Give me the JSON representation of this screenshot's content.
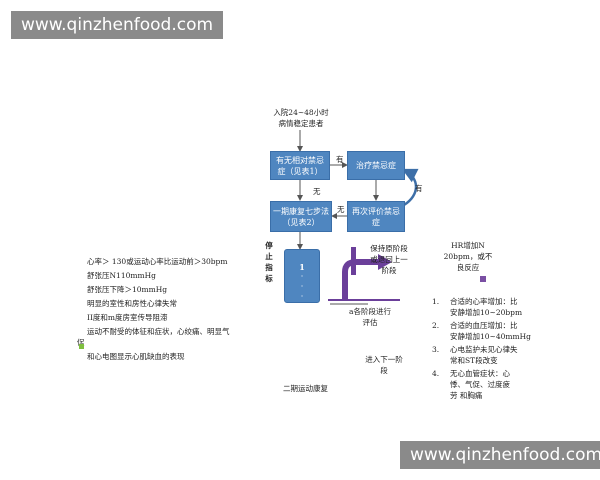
{
  "watermarks": {
    "top": "www.qinzhenfood.com",
    "bottom": "www.qinzhenfood.com"
  },
  "flow": {
    "start": [
      "入院24~48小时",
      "病情稳定患者"
    ],
    "box_no_contra": "有无相对禁忌症（见表1）",
    "box_treat": "治疗禁忌症",
    "box_step7": "一期康复七步法（见表2）",
    "box_reassess": "再次评价禁忌症",
    "label_you1": "有",
    "label_you2": "有",
    "label_wu1": "无",
    "label_wu2": "无",
    "stop_label": [
      "停",
      "止",
      "指",
      "标"
    ],
    "tall_box_top": "1",
    "tall_box_dots": [
      "·",
      "·",
      "·"
    ],
    "keep_stage": [
      "保持原阶段",
      "或退回上一",
      "阶段"
    ],
    "each_stage": [
      "a各阶段进行",
      "评估"
    ],
    "next_stage": [
      "进入下一阶",
      "段"
    ],
    "stage2_title": "二期运动康复"
  },
  "left_criteria": {
    "lines": [
      "心率＞ 130或运动心率比运动前＞30bpm",
      "舒张压N110mmHg",
      "舒张压下降＞10mmHg",
      "明显的室性和房性心律失常",
      "II度和m度房室传导阻滞",
      "运动不耐受的体征和症状，心绞痛、明显气",
      "促",
      "和心电图显示心肌缺血的表现"
    ]
  },
  "right_criteria": {
    "heading": [
      "HR增加N",
      "20bpm，或不",
      "良反应"
    ],
    "items": [
      {
        "num": "1.",
        "lines": [
          "合适的心率增加：比",
          "安静增加10~20bpm"
        ]
      },
      {
        "num": "2.",
        "lines": [
          "合适的血压增加：比",
          "安静增加10~40mmHg"
        ]
      },
      {
        "num": "3.",
        "lines": [
          "心电监护未见心律失",
          "常和ST段改变"
        ]
      },
      {
        "num": "4.",
        "lines": [
          "无心血管症状：心",
          "悸、气促、过度疲",
          "劳 和胸痛"
        ]
      }
    ]
  },
  "colors": {
    "box_blue": "#4f86c0",
    "purple": "#6b3f9a",
    "green_marker": "#7fbf3f",
    "watermark_bg": "#8a8a8a"
  }
}
